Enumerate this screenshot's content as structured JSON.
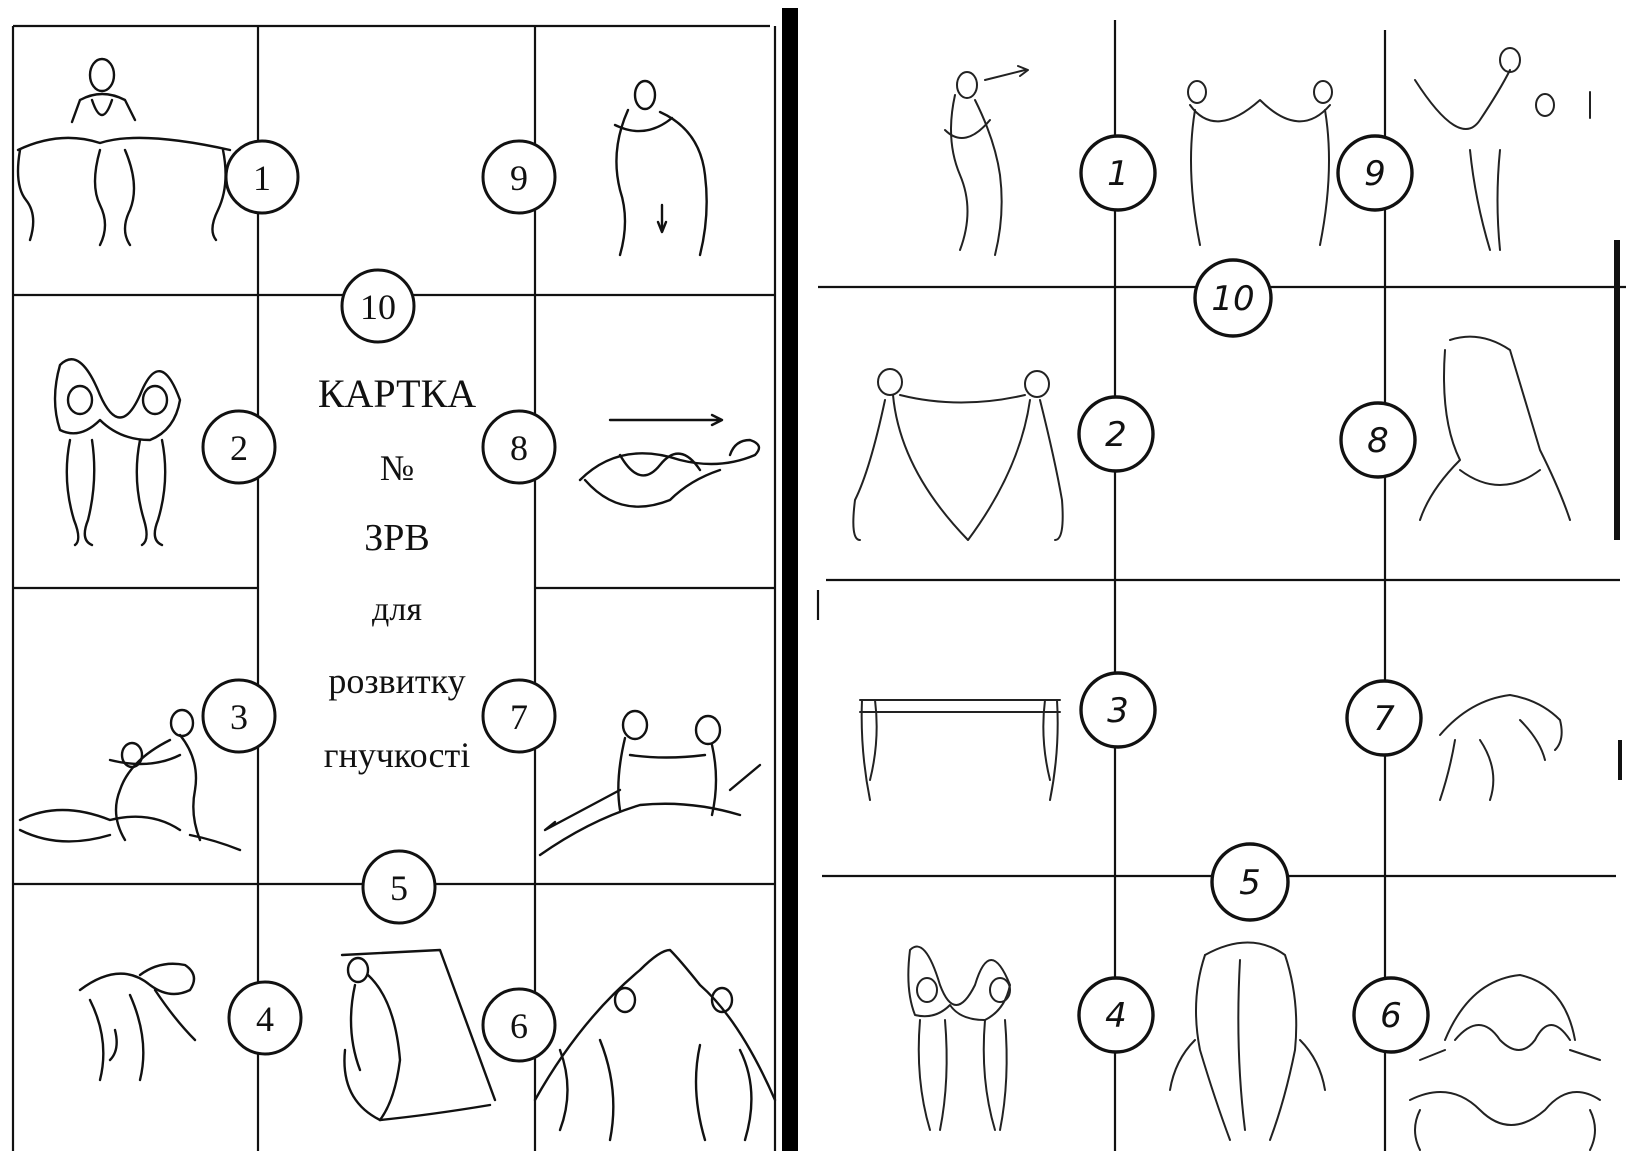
{
  "left_card": {
    "title_lines": [
      "КАРТКА",
      "№",
      "ЗРВ",
      "для",
      "розвитку",
      "гнучкості"
    ],
    "station_numbers": [
      "1",
      "9",
      "10",
      "2",
      "8",
      "3",
      "7",
      "5",
      "4",
      "6"
    ]
  },
  "right_card": {
    "station_numbers": [
      "1",
      "9",
      "10",
      "2",
      "8",
      "3",
      "7",
      "5",
      "4",
      "6"
    ]
  },
  "figure_icons": [
    "partner-stretch-figure-icon",
    "back-to-back-stretch-figure-icon",
    "seated-partner-stretch-figure-icon",
    "lying-partner-stretch-figure-icon",
    "bridge-partner-stretch-figure-icon"
  ]
}
